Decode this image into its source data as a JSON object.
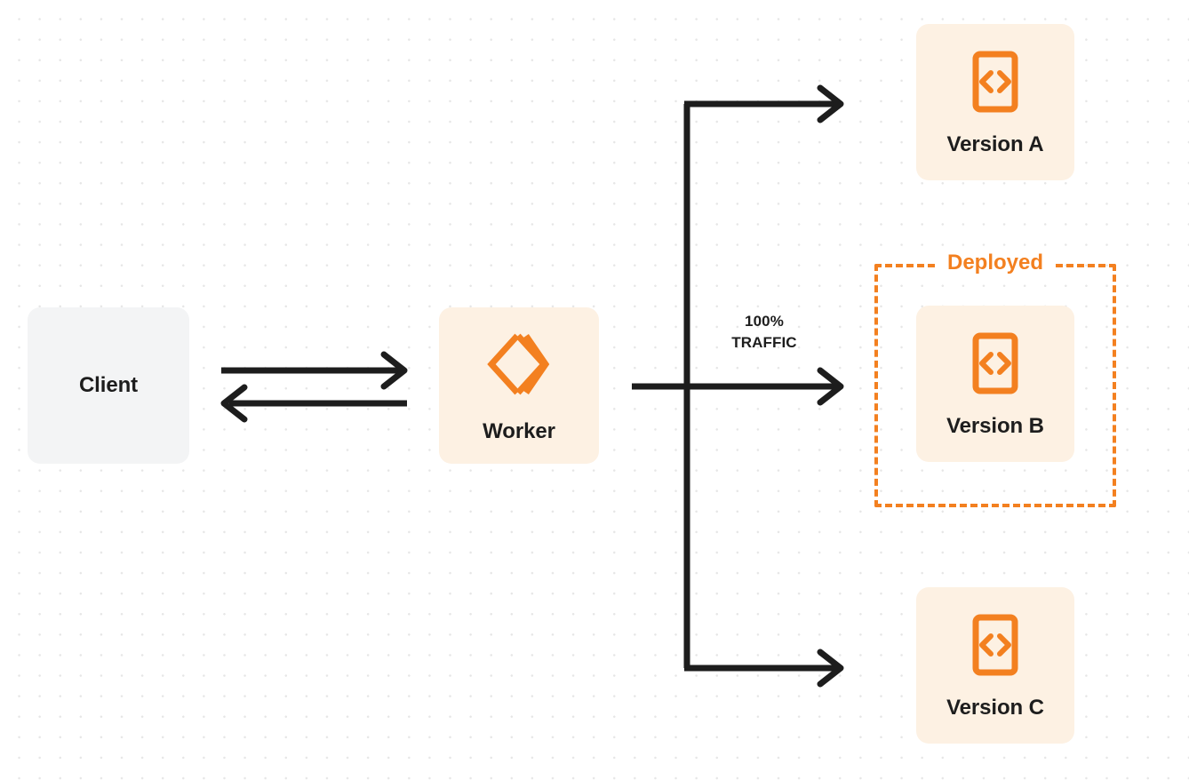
{
  "diagram": {
    "title": "Cloudflare Worker version traffic routing",
    "background": "#ffffff",
    "dot_color": "#e6e6e6"
  },
  "colors": {
    "orange": "#f38020",
    "card_orange_bg": "#fdf1e3",
    "card_gray_bg": "#f3f4f5",
    "text_dark": "#1d1d1d",
    "arrow": "#1d1d1d"
  },
  "nodes": {
    "client": {
      "label": "Client",
      "icon": "none"
    },
    "worker": {
      "label": "Worker",
      "icon": "cloudflare-workers-logo"
    },
    "version_a": {
      "label": "Version A",
      "icon": "code-file-icon"
    },
    "version_b": {
      "label": "Version B",
      "icon": "code-file-icon"
    },
    "version_c": {
      "label": "Version C",
      "icon": "code-file-icon"
    }
  },
  "deployed_frame": {
    "label": "Deployed",
    "wraps": "Version B",
    "border_style": "dashed",
    "border_color": "#f38020"
  },
  "traffic": {
    "percent_line": "100%",
    "label_line": "TRAFFIC",
    "target": "Version B"
  },
  "connections": [
    {
      "name": "client-to-worker",
      "from": "Client",
      "to": "Worker",
      "direction": "right"
    },
    {
      "name": "worker-to-client",
      "from": "Worker",
      "to": "Client",
      "direction": "left"
    },
    {
      "name": "worker-to-version-a",
      "from": "Worker",
      "to": "Version A",
      "direction": "right"
    },
    {
      "name": "worker-to-version-b",
      "from": "Worker",
      "to": "Version B",
      "direction": "right"
    },
    {
      "name": "worker-to-version-c",
      "from": "Worker",
      "to": "Version C",
      "direction": "right"
    }
  ]
}
